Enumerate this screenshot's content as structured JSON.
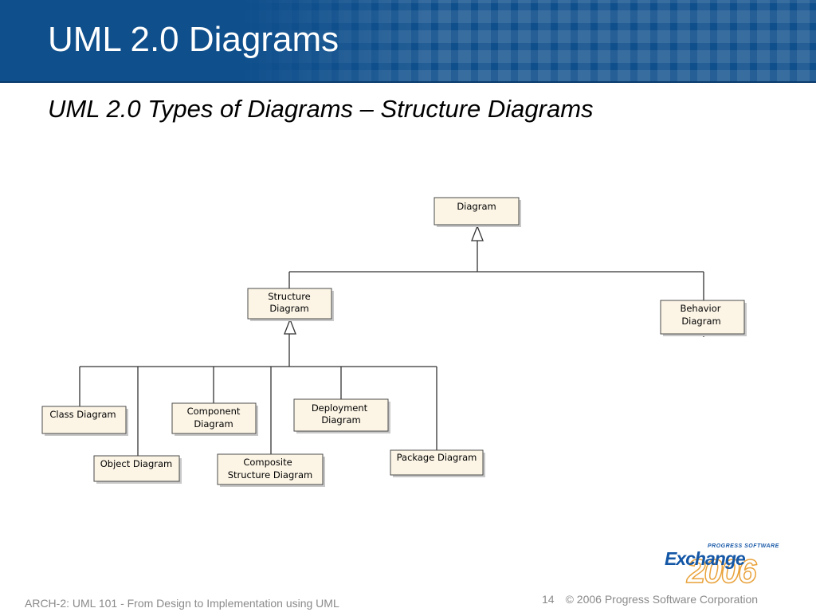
{
  "slide": {
    "title": "UML 2.0 Diagrams",
    "subtitle": "UML 2.0 Types of Diagrams – Structure Diagrams"
  },
  "diagram": {
    "nodes": {
      "diagram": [
        "Diagram"
      ],
      "structure": [
        "Structure",
        "Diagram"
      ],
      "behavior": [
        "Behavior",
        "Diagram"
      ],
      "class": [
        "Class Diagram"
      ],
      "object": [
        "Object Diagram"
      ],
      "component": [
        "Component",
        "Diagram"
      ],
      "composite": [
        "Composite",
        "Structure Diagram"
      ],
      "deployment": [
        "Deployment",
        "Diagram"
      ],
      "package": [
        "Package Diagram"
      ]
    },
    "generalizations": [
      {
        "child": "structure",
        "parent": "diagram"
      },
      {
        "child": "behavior",
        "parent": "diagram"
      },
      {
        "child": "class",
        "parent": "structure"
      },
      {
        "child": "object",
        "parent": "structure"
      },
      {
        "child": "component",
        "parent": "structure"
      },
      {
        "child": "composite",
        "parent": "structure"
      },
      {
        "child": "deployment",
        "parent": "structure"
      },
      {
        "child": "package",
        "parent": "structure"
      }
    ]
  },
  "logo": {
    "small_text": "PROGRESS SOFTWARE",
    "word": "Exchange",
    "year": "2006",
    "colors": {
      "word": "#1457a6",
      "year": "#e9a23b"
    }
  },
  "footer": {
    "left": "ARCH-2: UML 101 - From Design to Implementation using UML",
    "page_number": "14",
    "copyright": "© 2006 Progress Software Corporation"
  },
  "colors": {
    "header": "#0f4f8c",
    "node_fill": "#fcf5e6",
    "footer_text": "#8a8a8a"
  }
}
